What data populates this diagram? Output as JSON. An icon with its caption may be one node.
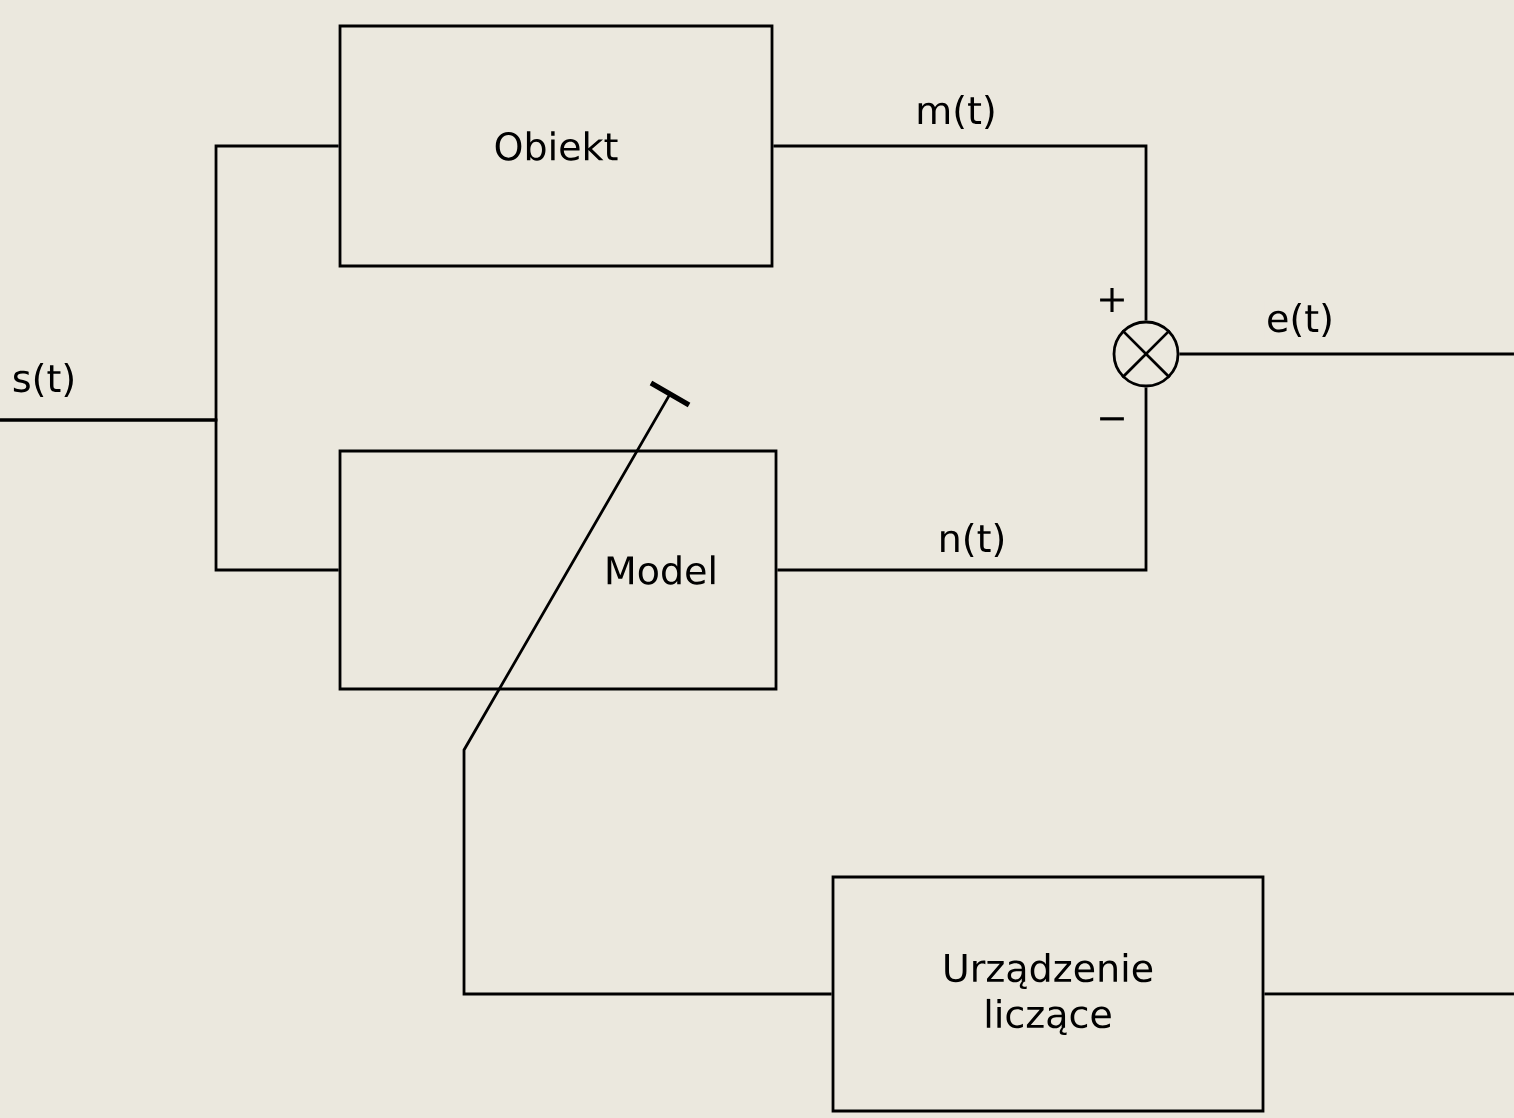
{
  "diagram": {
    "nodes": [
      {
        "text": [
          "Obiekt"
        ]
      },
      {
        "text": [
          "Model"
        ]
      },
      {
        "text": [],
        "shape": "circle"
      },
      {
        "text": [
          "Urządzenie liczące"
        ]
      }
    ],
    "edges": [
      {
        "from": null,
        "to": 0,
        "arrow": "none",
        "label": "s(t)"
      },
      {
        "from": null,
        "to": 1,
        "arrow": "none"
      },
      {
        "from": 0,
        "to": 2,
        "arrow": "none",
        "label": "m(t)"
      },
      {
        "from": 1,
        "to": 2,
        "arrow": "none",
        "label": "n(t)"
      },
      {
        "from": 2,
        "to": null,
        "arrow": "none",
        "label": "e(t)"
      },
      {
        "from": 3,
        "to": null,
        "arrow": "none"
      },
      {
        "from": 3,
        "to": 1,
        "arrow": "other"
      }
    ],
    "labels": [
      "+",
      "−"
    ]
  }
}
